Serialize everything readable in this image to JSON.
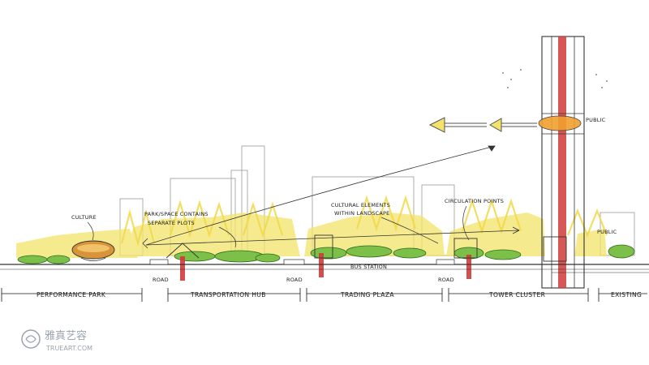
{
  "annotations": {
    "culture": "CULTURE",
    "park_line1": "PARK/SPACE CONTAINS",
    "park_line2": "SEPARATE PLOTS",
    "cultural_line1": "CULTURAL ELEMENTS",
    "cultural_line2": "WITHIN LANDSCAPE",
    "circulation": "CIRCULATION POINTS",
    "public_upper": "PUBLIC",
    "public_lower": "PUBLIC",
    "bus_station": "BUS STATION"
  },
  "roads": [
    "ROAD",
    "ROAD",
    "ROAD"
  ],
  "zones": [
    "PERFORMANCE PARK",
    "TRANSPORTATION HUB",
    "TRADING PLAZA",
    "TOWER CLUSTER",
    "EXISTING"
  ],
  "watermark": {
    "cn": "雅真艺容",
    "en": "TRUEART.COM"
  },
  "colors": {
    "ink": "#1a1a1a",
    "yellow": "#f3e36a",
    "green": "#7cc04a",
    "red": "#d03a3a",
    "orange": "#f0a030"
  }
}
